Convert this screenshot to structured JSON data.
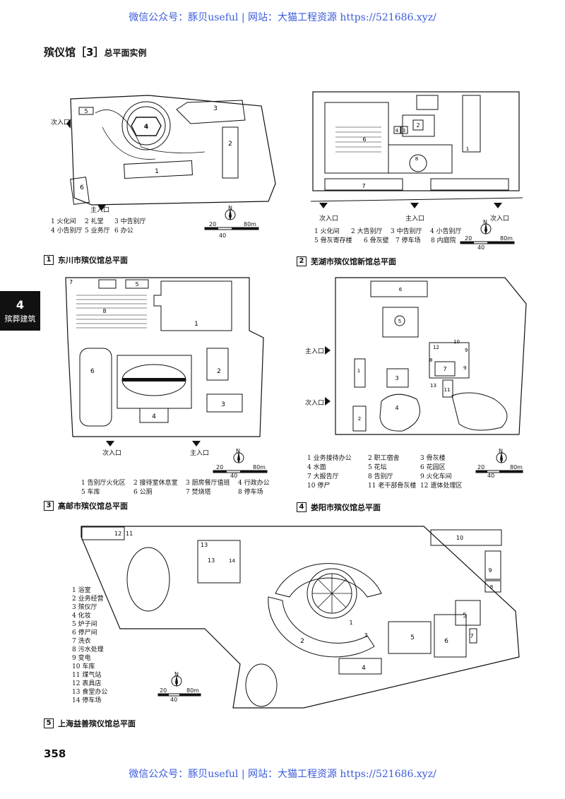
{
  "watermark": "微信公众号：豚贝useful | 网站：大猫工程资源 https://521686.xyz/",
  "page": {
    "title_main": "殡仪馆［3］",
    "title_sub": "总平面实例",
    "side_tab_number": "4",
    "side_tab_label": "殡葬建筑",
    "page_number": "358"
  },
  "scale": {
    "s20": "20",
    "s40": "40",
    "s80": "80m",
    "north": "N"
  },
  "labels": {
    "secondary_entrance": "次入口",
    "main_entrance": "主入口"
  },
  "plans": [
    {
      "num": "1",
      "caption": "东川市殡仪馆总平面",
      "legend": [
        "1 火化间",
        "2 礼堂",
        "3 中告别厅",
        "4 小告别厅",
        "5 业务厅",
        "6 办公"
      ]
    },
    {
      "num": "2",
      "caption": "芜湖市殡仪馆新馆总平面",
      "legend": [
        "1 火化间",
        "2 大告别厅",
        "3 中告别厅",
        "4 小告别厅",
        "5 骨灰寄存楼",
        "6 骨灰壁",
        "7 停车场",
        "8 内庭院"
      ]
    },
    {
      "num": "3",
      "caption": "高邮市殡仪馆总平面",
      "legend": [
        "1 告别厅火化区",
        "2 接待室休息室",
        "3 厨房餐厅值班",
        "4 行政办公",
        "5 车库",
        "6 公厕",
        "7 焚烧塔",
        "8 停车场"
      ]
    },
    {
      "num": "4",
      "caption": "娄阳市殡仪馆总平面",
      "legend": [
        "1 业务接待办公",
        "2 职工宿舍",
        "3 骨灰楼",
        "4 水面",
        "5 花坛",
        "6 花园区",
        "7 大报告厅",
        "8 告别厅",
        "9 火化车间",
        "10 停尸",
        "11 老干部骨灰楼",
        "12 遗体处理区"
      ]
    },
    {
      "num": "5",
      "caption": "上海益善殡仪馆总平面",
      "legend": [
        "1 浴室",
        "2 业务经营",
        "3 殡仪厅",
        "4 化妆",
        "5 炉子间",
        "6 停尸间",
        "7 洗衣",
        "8 污水处理",
        "9 变电",
        "10 车库",
        "11 煤气站",
        "12 表具店",
        "13 食堂办公",
        "14 停车场"
      ]
    }
  ],
  "plan_numbers": [
    "1",
    "2",
    "3",
    "4",
    "5",
    "6",
    "7",
    "8",
    "9",
    "10",
    "11",
    "12",
    "13",
    "14"
  ]
}
